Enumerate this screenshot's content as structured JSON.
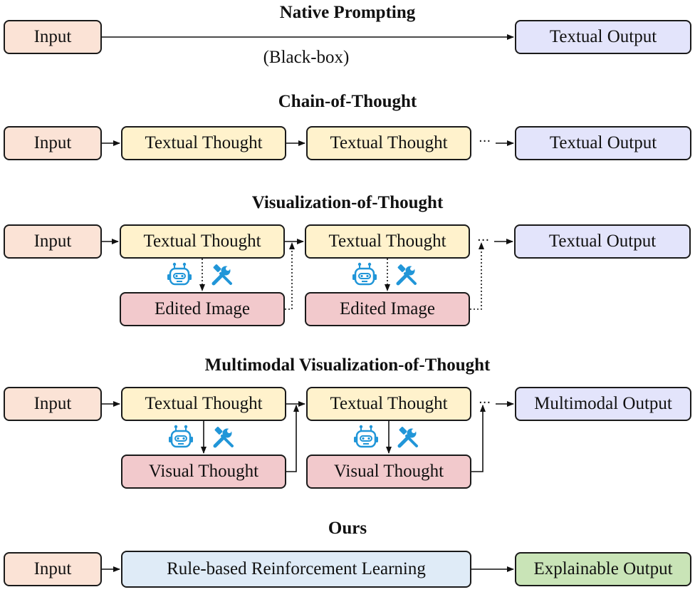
{
  "sections": {
    "native": {
      "title": "Native Prompting",
      "input": "Input",
      "output": "Textual Output",
      "note": "(Black-box)"
    },
    "cot": {
      "title": "Chain-of-Thought",
      "input": "Input",
      "thought1": "Textual Thought",
      "thought2": "Textual Thought",
      "output": "Textual Output"
    },
    "vot": {
      "title": "Visualization-of-Thought",
      "input": "Input",
      "thought1": "Textual Thought",
      "thought2": "Textual Thought",
      "image1": "Edited Image",
      "image2": "Edited Image",
      "output": "Textual Output"
    },
    "mvot": {
      "title": "Multimodal Visualization-of-Thought",
      "input": "Input",
      "thought1": "Textual Thought",
      "thought2": "Textual Thought",
      "visual1": "Visual Thought",
      "visual2": "Visual Thought",
      "output": "Multimodal Output"
    },
    "ours": {
      "title": "Ours",
      "input": "Input",
      "method": "Rule-based Reinforcement Learning",
      "output": "Explainable Output"
    }
  },
  "icons": [
    "robot-icon",
    "tools-icon"
  ],
  "colors": {
    "input": "#fbe3d6",
    "thought": "#fff2cc",
    "output": "#e3e4fb",
    "image": "#f2c9cc",
    "method": "#dfebf7",
    "explainable": "#c9e4b7",
    "icon": "#2196d8"
  }
}
